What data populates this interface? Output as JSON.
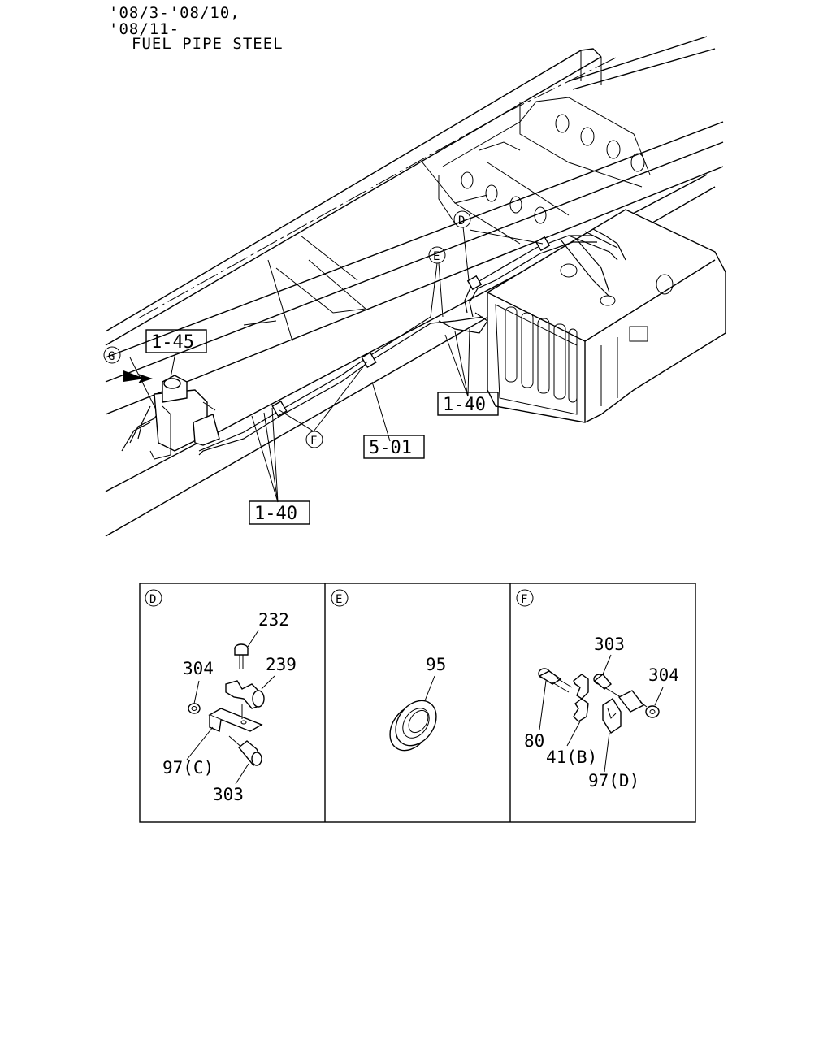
{
  "header": {
    "line1": "'08/3-'08/10,",
    "line2": "'08/11-",
    "line3": "FUEL PIPE STEEL"
  },
  "main_diagram": {
    "refs": {
      "ref_1_45": "1-45",
      "ref_1_40_right": "1-40",
      "ref_5_01": "5-01",
      "ref_1_40_left": "1-40"
    },
    "callouts": {
      "g": "G",
      "d": "D",
      "e": "E",
      "f": "F"
    }
  },
  "detail_panels": [
    {
      "callout": "D",
      "parts": [
        "232",
        "304",
        "239",
        "97(C)",
        "303"
      ]
    },
    {
      "callout": "E",
      "parts": [
        "95"
      ]
    },
    {
      "callout": "F",
      "parts": [
        "303",
        "304",
        "80",
        "41(B)",
        "97(D)"
      ]
    }
  ]
}
